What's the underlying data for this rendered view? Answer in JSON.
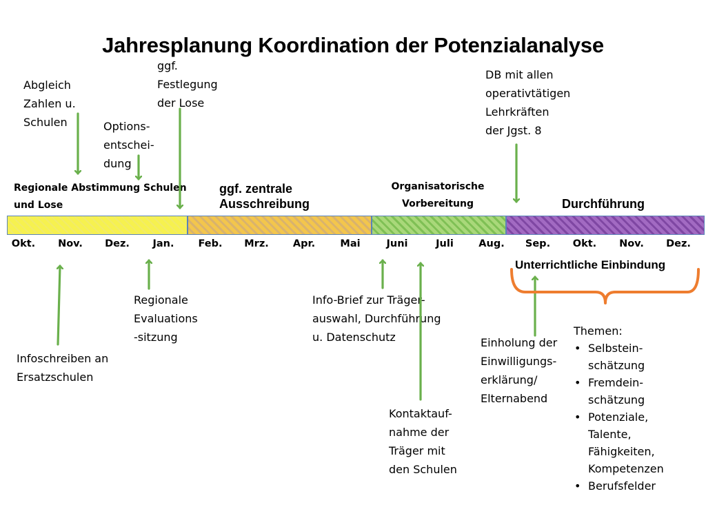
{
  "title": "Jahresplanung Koordination der Potenzialanalyse",
  "colors": {
    "arrow": "#6ab04c",
    "brace": "#ee7d2f",
    "bar_border": "#5a83b8",
    "phase1": "#f6f14f",
    "phase2": "#f3c64c",
    "phase3": "#a9d87a",
    "phase4": "#a26ac2"
  },
  "phases": {
    "p1": [
      "Regionale Abstimmung Schulen",
      "und Lose"
    ],
    "p2": [
      "ggf. zentrale",
      "Ausschreibung"
    ],
    "p3": [
      "Organisatorische",
      "Vorbereitung"
    ],
    "p4": "Durchführung",
    "p4_sub": "Unterrichtliche Einbindung"
  },
  "months": [
    "Okt.",
    "Nov.",
    "Dez.",
    "Jan.",
    "Feb.",
    "Mrz.",
    "Apr.",
    "Mai",
    "Juni",
    "Juli",
    "Aug.",
    "Sep.",
    "Okt.",
    "Nov.",
    "Dez."
  ],
  "notes_above": {
    "abgleich": [
      "Abgleich",
      "Zahlen u.",
      "Schulen"
    ],
    "options": [
      "Options-",
      "entschei-",
      "dung"
    ],
    "festlegung": [
      "ggf.",
      "Festlegung",
      "der Lose"
    ],
    "db": [
      "DB mit allen",
      "operativtätigen",
      "Lehrkräften",
      "der Jgst. 8"
    ]
  },
  "notes_below": {
    "infoschreiben": [
      "Infoschreiben an",
      "Ersatzschulen"
    ],
    "regionale": [
      "Regionale",
      "Evaluations",
      "-sitzung"
    ],
    "infobrief": [
      "Info-Brief zur Träger-",
      "auswahl, Durchführung",
      "u. Datenschutz"
    ],
    "kontakt": [
      "Kontaktauf-",
      "nahme der",
      "Träger mit",
      "den Schulen"
    ],
    "einholung": [
      "Einholung der",
      "Einwilligungs-",
      "erklärung/",
      "Elternabend"
    ]
  },
  "themen": {
    "heading": "Themen:",
    "items": [
      [
        "Selbstein-",
        "schätzung"
      ],
      [
        "Fremdein-",
        "schätzung"
      ],
      [
        "Potenziale,",
        "Talente,",
        "Fähigkeiten,",
        "Kompetenzen"
      ],
      [
        "Berufsfelder"
      ]
    ]
  }
}
